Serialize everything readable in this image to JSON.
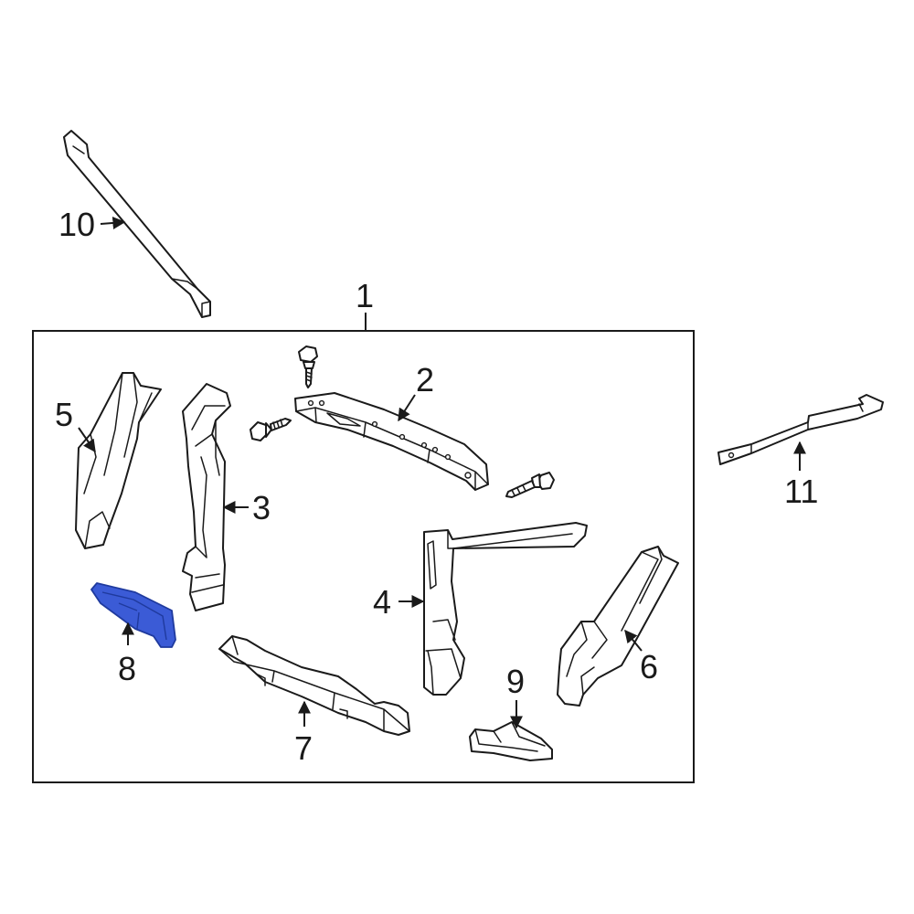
{
  "callouts": {
    "c1": "1",
    "c2": "2",
    "c3": "3",
    "c4": "4",
    "c5": "5",
    "c6": "6",
    "c7": "7",
    "c8": "8",
    "c9": "9",
    "c10": "10",
    "c11": "11"
  },
  "colors": {
    "highlight": "#3b5bd6",
    "line": "#1a1a1a",
    "background": "#ffffff"
  },
  "highlighted_part": "8"
}
